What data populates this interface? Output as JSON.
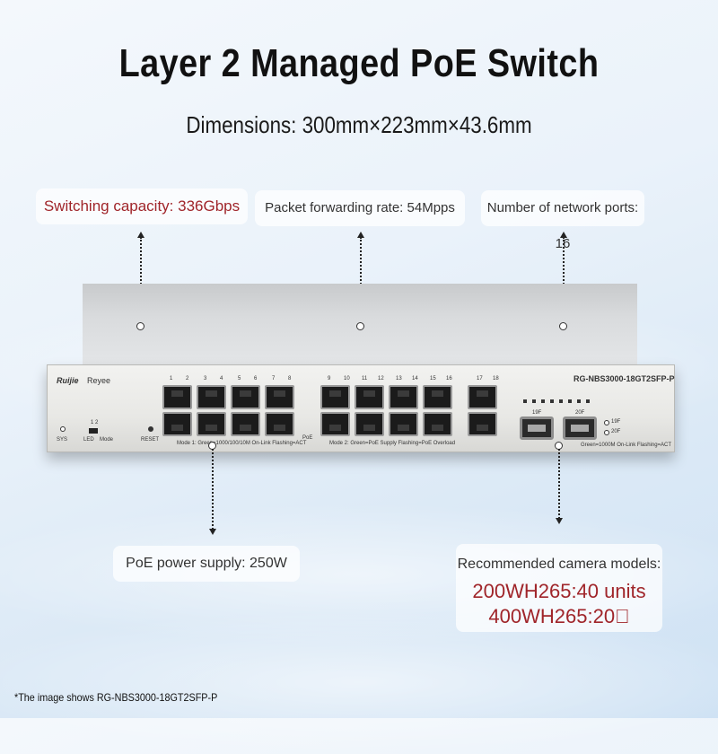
{
  "header": {
    "title": "Layer 2 Managed PoE Switch",
    "dimensions": "Dimensions: 300mm×223mm×43.6mm"
  },
  "callouts": {
    "switching_capacity": "Switching capacity: 336Gbps",
    "packet_forwarding": "Packet forwarding rate: 54Mpps",
    "network_ports": "Number of network ports: 16",
    "poe_power": "PoE power supply: 250W",
    "camera_heading": "Recommended camera models:",
    "camera_line1": "200WH265:40 units",
    "camera_line2": "400WH265:20\u0000"
  },
  "device": {
    "brand_ruijie": "Ruijie",
    "brand_reyee": "Reyee",
    "model": "RG-NBS3000-18GT2SFP-P",
    "top_port_labels": [
      "1",
      "2",
      "3",
      "4",
      "5",
      "6",
      "7",
      "8",
      "9",
      "10",
      "11",
      "12",
      "13",
      "14",
      "15",
      "16",
      "17",
      "18"
    ],
    "sfp_labels": [
      "19F",
      "20F"
    ],
    "indicator_sys": "SYS",
    "indicator_led": "LED",
    "indicator_mode": "Mode",
    "mode_numbers": "1  2",
    "reset": "RESET",
    "poe_label": "PoE",
    "mode1_legend": "Mode 1: Green=1000/100/10M  On-Link Flashing=ACT",
    "mode2_legend": "Mode 2: Green=PoE Supply  Flashing=PoE Overload",
    "sfp_legend": "Green=1000M On-Link Flashing=ACT",
    "led_19f": "19F",
    "led_20f": "20F"
  },
  "footnote": "*The image shows RG-NBS3000-18GT2SFP-P",
  "colors": {
    "accent_red": "#a0252a",
    "title": "#111111"
  }
}
